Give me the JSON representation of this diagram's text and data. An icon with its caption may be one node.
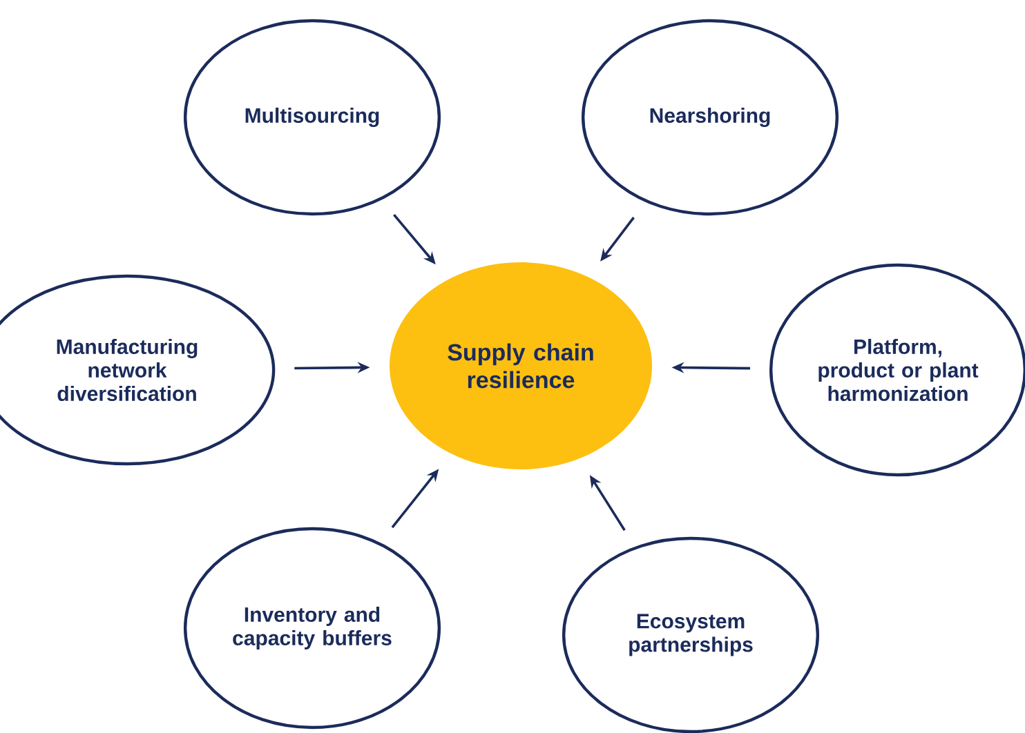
{
  "diagram": {
    "nodes": [
      {
        "text": [
          "Multisourcing"
        ]
      },
      {
        "text": [
          "Nearshoring"
        ]
      },
      {
        "text": [
          "Manufacturing network diversification"
        ]
      },
      {
        "text": [
          "Supply chain resilience"
        ]
      },
      {
        "text": [
          "Platform, product or plant harmonization"
        ]
      },
      {
        "text": [
          "Inventory and capacity buffers"
        ]
      },
      {
        "text": [
          "Ecosystem partnerships"
        ]
      }
    ],
    "edges": [
      {
        "from": 0,
        "to": 3,
        "arrow": "to"
      },
      {
        "from": 1,
        "to": 3,
        "arrow": "to"
      },
      {
        "from": 2,
        "to": 3,
        "arrow": "to"
      },
      {
        "from": 4,
        "to": 3,
        "arrow": "to"
      },
      {
        "from": 5,
        "to": 3,
        "arrow": "to"
      },
      {
        "from": 6,
        "to": 3,
        "arrow": "to"
      }
    ]
  }
}
